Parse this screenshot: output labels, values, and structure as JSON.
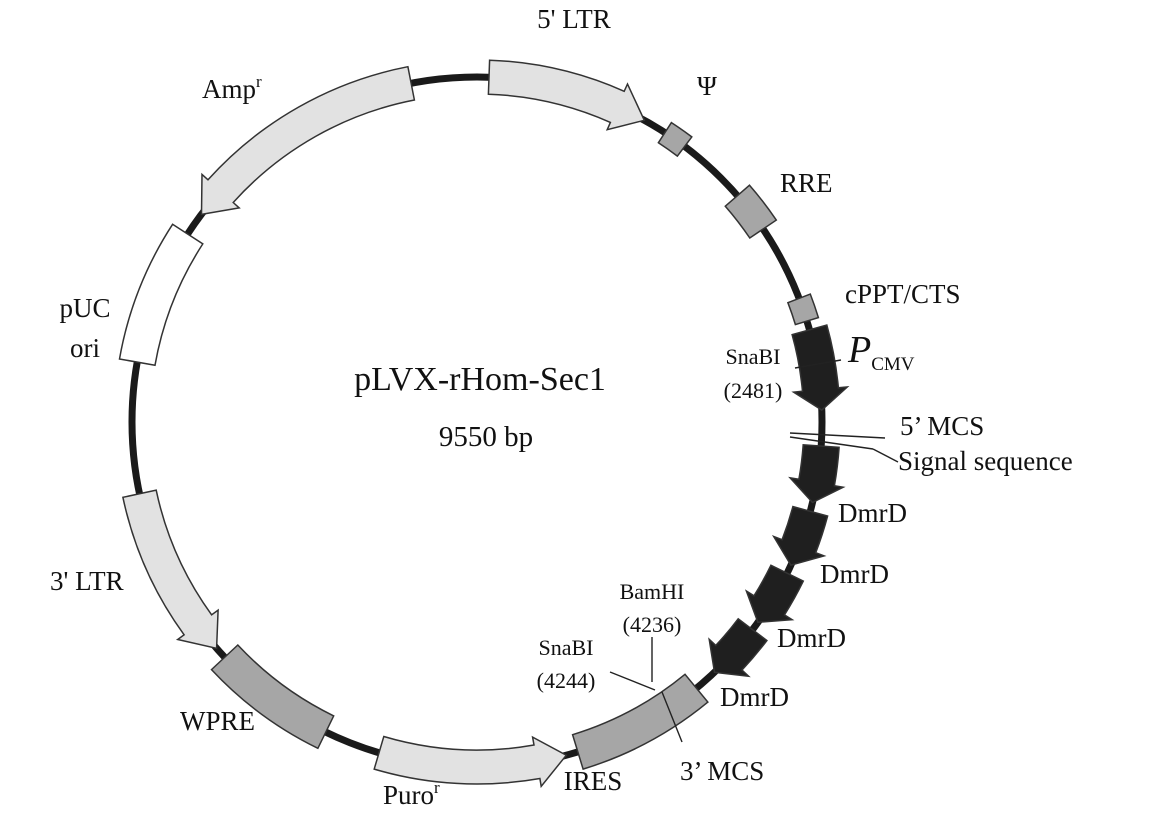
{
  "plasmid": {
    "name": "pLVX-rHom-Sec1",
    "size": "9550 bp"
  },
  "colors": {
    "backbone": "#1a1a1a",
    "light_feature": "#e2e2e2",
    "gray_feature": "#a6a6a6",
    "dark_feature": "#1f1f1f",
    "origin_fill": "#ffffff",
    "outline": "#333333"
  },
  "features": {
    "ltr5": {
      "label": "5' LTR"
    },
    "psi": {
      "label": "Ψ"
    },
    "rre": {
      "label": "RRE"
    },
    "cppt": {
      "label": "cPPT/CTS"
    },
    "pcmv": {
      "label_main": "P",
      "label_sub": "CMV"
    },
    "mcs5": {
      "label": "5’ MCS"
    },
    "signal": {
      "label": "Signal sequence"
    },
    "dmrd": [
      "DmrD",
      "DmrD",
      "DmrD",
      "DmrD"
    ],
    "mcs3": {
      "label": "3’ MCS"
    },
    "ires": {
      "label": "IRES"
    },
    "puro": {
      "label": "Puro",
      "sup": "r"
    },
    "wpre": {
      "label": "WPRE"
    },
    "ltr3": {
      "label": "3' LTR"
    },
    "puc": {
      "line1": "pUC",
      "line2": "ori"
    },
    "amp": {
      "label": "Amp",
      "sup": "r"
    }
  },
  "sites": [
    {
      "name": "SnaBI",
      "position": "(2481)"
    },
    {
      "name": "BamHI",
      "position": "(4236)"
    },
    {
      "name": "SnaBI",
      "position": "(4244)"
    }
  ]
}
